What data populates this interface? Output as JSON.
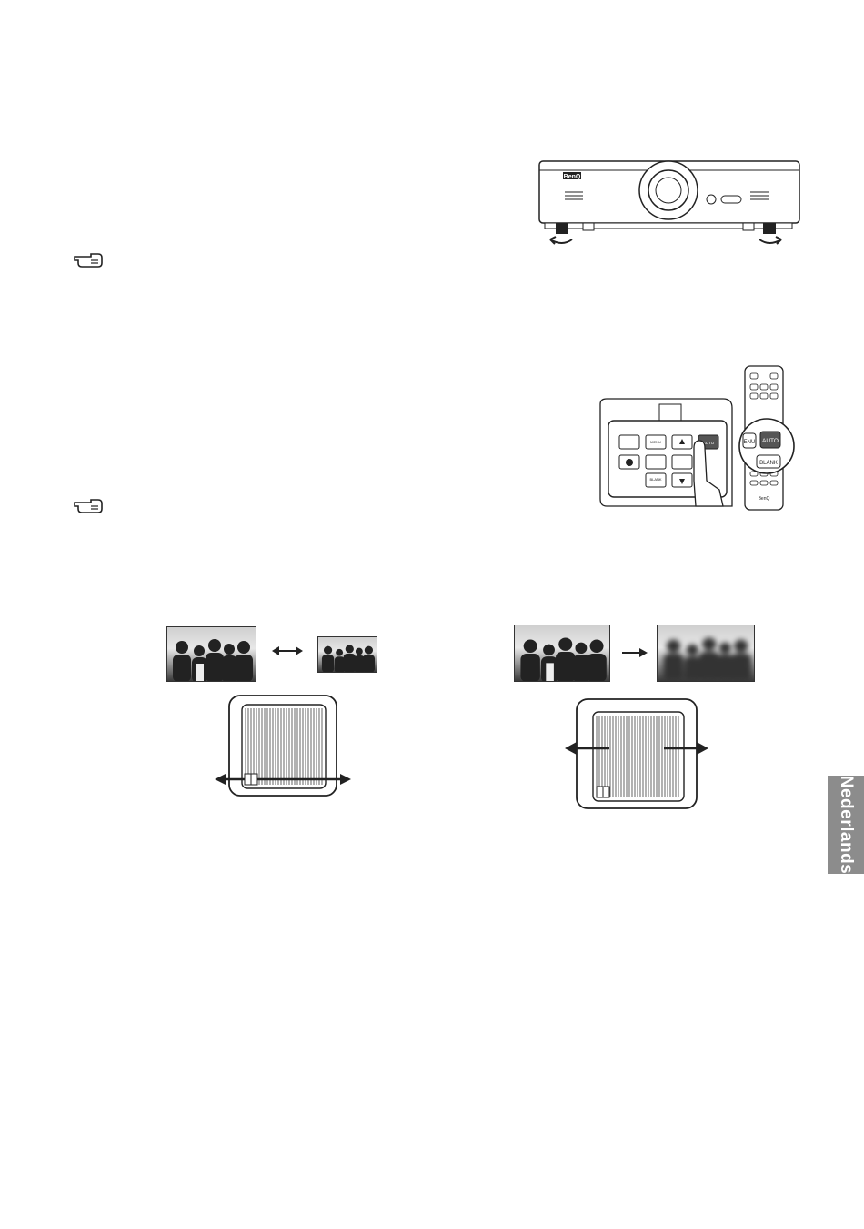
{
  "projector": {
    "brand": "BenQ"
  },
  "panel": {
    "menu_label": "MENU",
    "auto_label": "AUTO",
    "blank_label": "BLANK"
  },
  "remote": {
    "menu_label": "ENU",
    "auto_label": "AUTO",
    "blank_label": "BLANK",
    "brand": "BenQ"
  },
  "side_tab": {
    "language": "Nederlands"
  },
  "colors": {
    "tab_background": "#8c8c8c",
    "line_art": "#222222"
  }
}
